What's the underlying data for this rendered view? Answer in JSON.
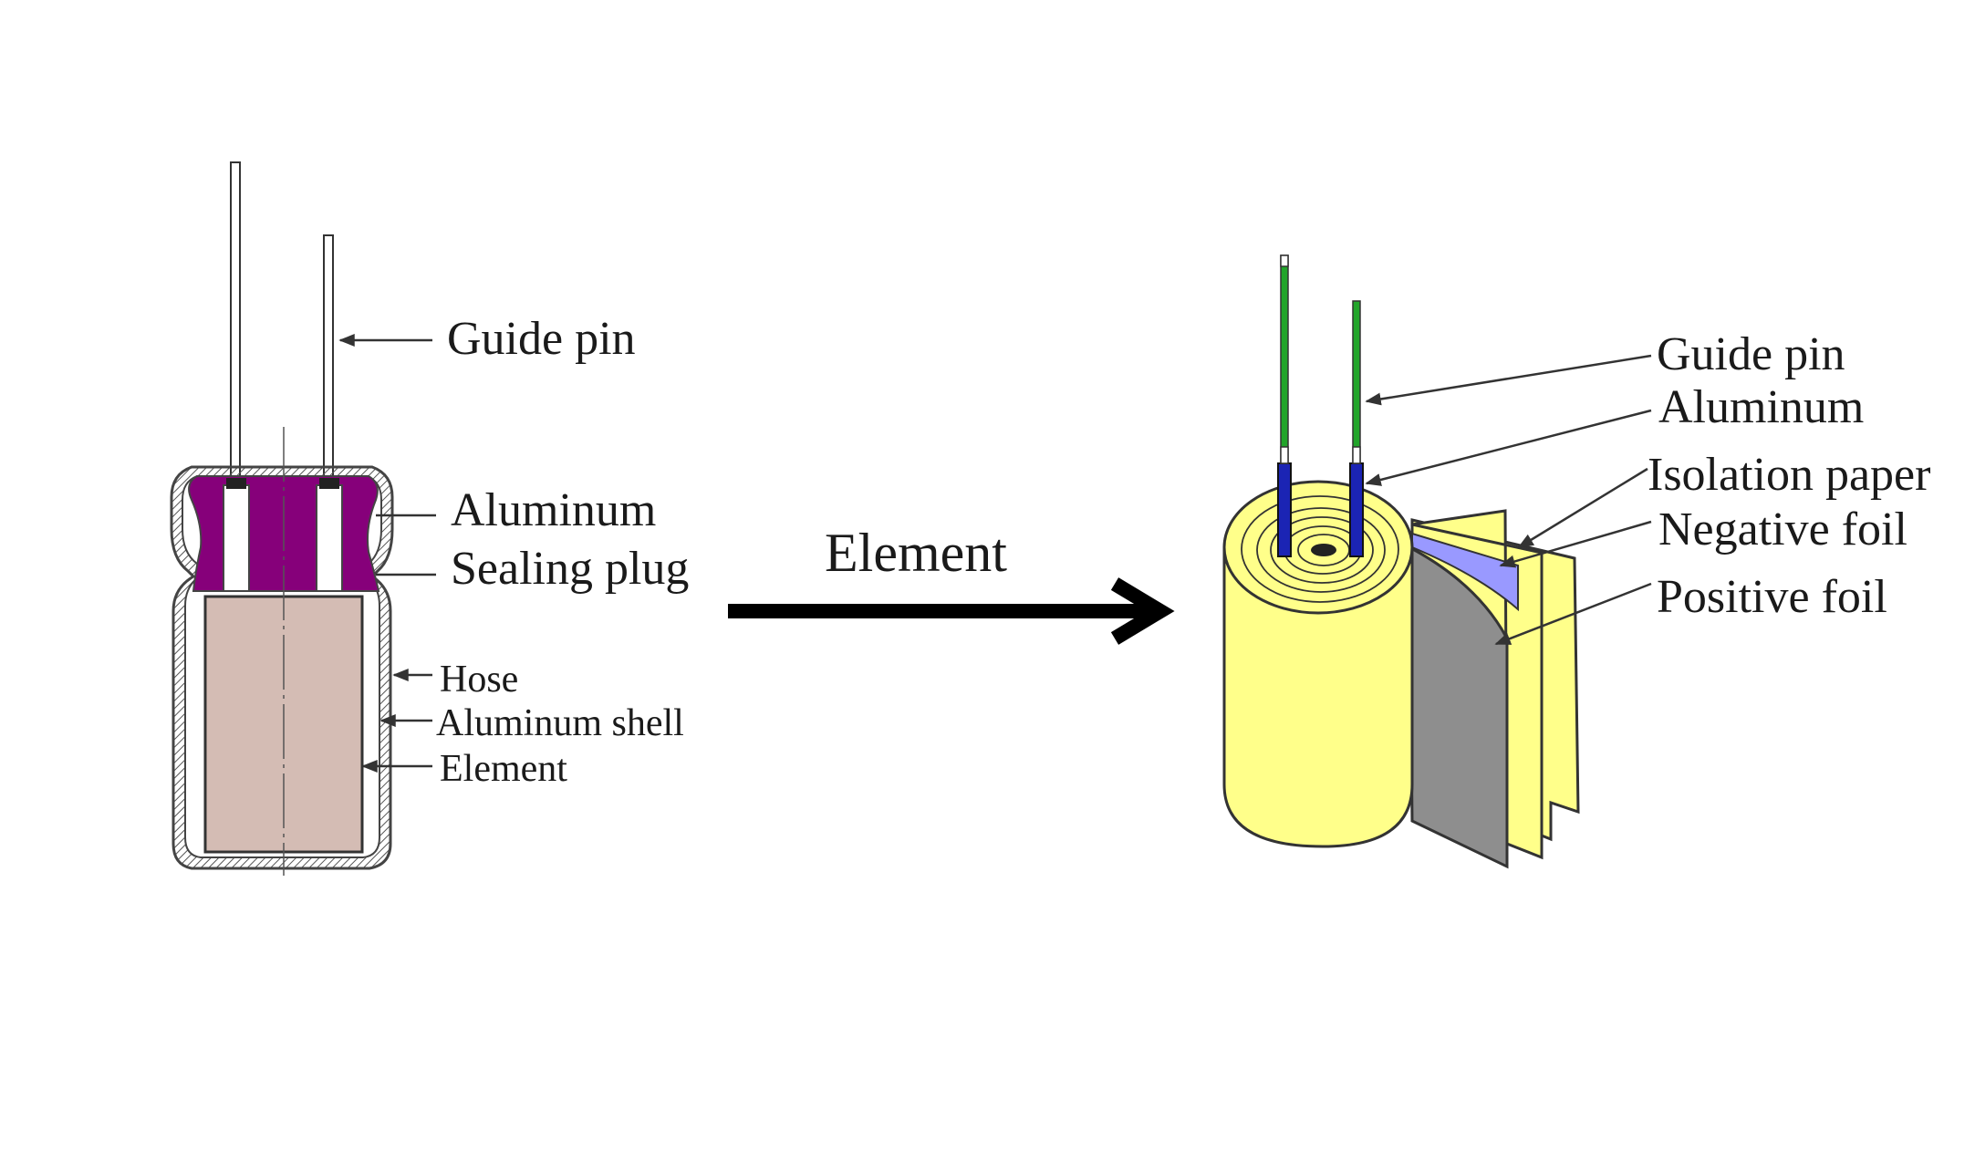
{
  "left_diagram": {
    "labels": {
      "guide_pin": "Guide pin",
      "aluminum": "Aluminum",
      "sealing_plug": "Sealing plug",
      "hose": "Hose",
      "aluminum_shell": "Aluminum shell",
      "element": "Element"
    }
  },
  "arrow": {
    "label": "Element"
  },
  "right_diagram": {
    "labels": {
      "guide_pin": "Guide pin",
      "aluminum": "Aluminum",
      "isolation_paper": "Isolation paper",
      "negative_foil": "Negative foil",
      "positive_foil": "Positive foil"
    }
  },
  "colors": {
    "sealing_plug": "#86007a",
    "element_body": "#d4bcb4",
    "roll_yellow": "#ffff8a",
    "foil_gray": "#8e8e8e",
    "foil_blue": "#9999ff",
    "lead_green": "#22a52a",
    "tab_blue": "#1b24b4"
  }
}
